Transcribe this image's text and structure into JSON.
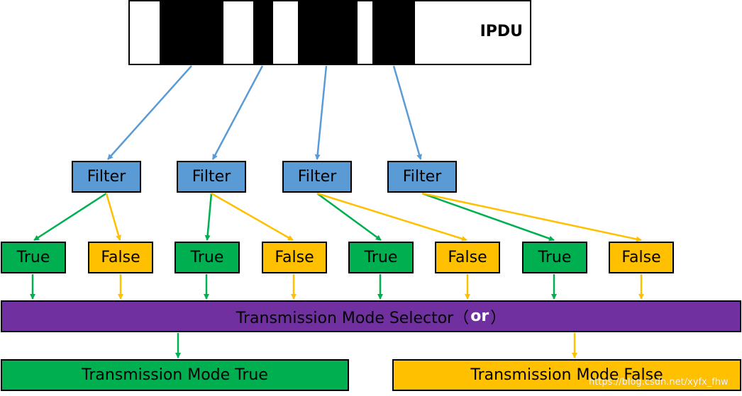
{
  "ipdu": {
    "label": "IPDU"
  },
  "filters": [
    {
      "label": "Filter"
    },
    {
      "label": "Filter"
    },
    {
      "label": "Filter"
    },
    {
      "label": "Filter"
    }
  ],
  "results": [
    {
      "label": "True"
    },
    {
      "label": "False"
    },
    {
      "label": "True"
    },
    {
      "label": "False"
    },
    {
      "label": "True"
    },
    {
      "label": "False"
    },
    {
      "label": "True"
    },
    {
      "label": "False"
    }
  ],
  "selector": {
    "text_before": "Transmission Mode Selector（",
    "or": "or",
    "text_after": "）"
  },
  "modes": {
    "true_label": "Transmission Mode True",
    "false_label": "Transmission Mode False"
  },
  "watermark": "https://blog.csdn.net/xyfx_fhw",
  "colors": {
    "filter": "#5b9bd5",
    "true": "#00b050",
    "false": "#ffc000",
    "selector": "#7030a0",
    "edge_blue": "#5b9bd5",
    "edge_green": "#00b050",
    "edge_yellow": "#ffc000"
  }
}
